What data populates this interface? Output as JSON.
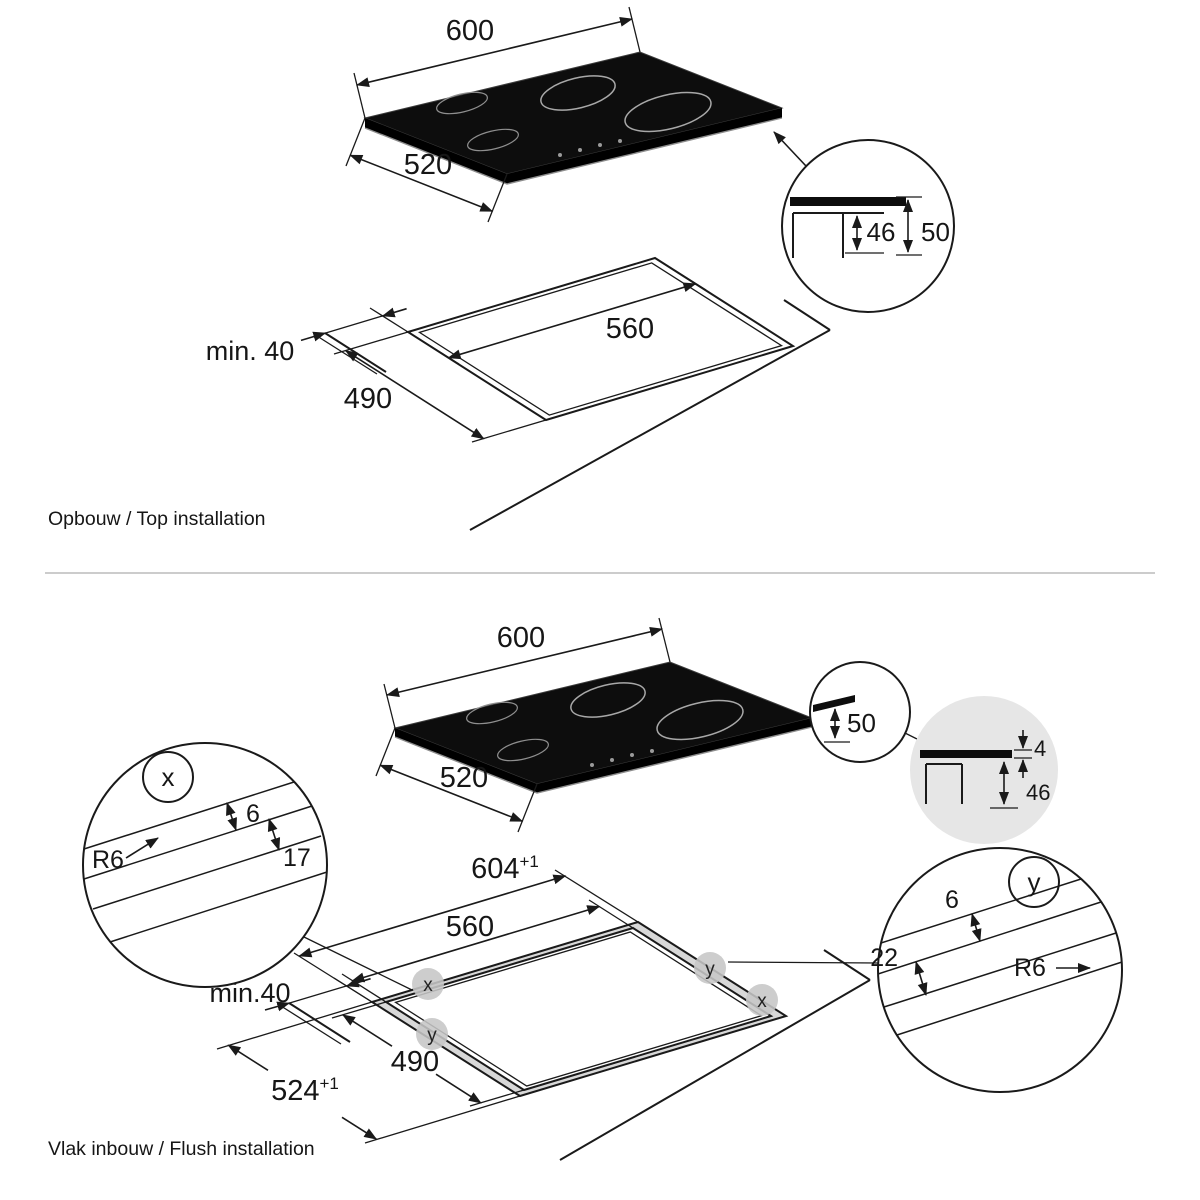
{
  "top_section": {
    "caption": "Opbouw / Top installation",
    "hob": {
      "width": "600",
      "depth": "520"
    },
    "cutout": {
      "width": "560",
      "depth": "490",
      "edge_distance": "min. 40"
    },
    "detail": {
      "build_in_depth": "46",
      "total_height": "50"
    }
  },
  "bottom_section": {
    "caption": "Vlak inbouw / Flush installation",
    "hob": {
      "width": "600",
      "depth": "520",
      "height": "50"
    },
    "edge_detail": {
      "glass_thickness": "4",
      "build_in_depth": "46"
    },
    "cutout": {
      "outer_width": "604",
      "outer_width_tolerance": "+1",
      "inner_width": "560",
      "outer_depth": "524",
      "outer_depth_tolerance": "+1",
      "inner_depth": "490",
      "edge_distance": "min.40",
      "markers": {
        "m1": "y",
        "m2": "x",
        "m3": "x",
        "m4": "y"
      }
    },
    "detail_x": {
      "label": "x",
      "radius": "R6",
      "step_height": "6",
      "ledge_width": "17"
    },
    "detail_y": {
      "label": "y",
      "step_height": "6",
      "ledge_width": "22",
      "radius": "R6"
    }
  }
}
